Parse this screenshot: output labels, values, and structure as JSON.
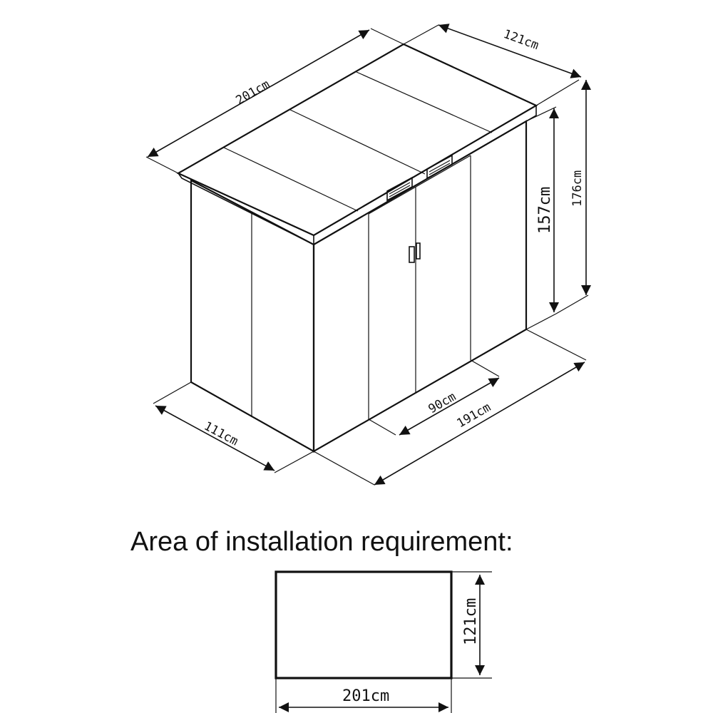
{
  "shed": {
    "dimensions": {
      "roof_length": "201cm",
      "roof_width": "121cm",
      "total_height": "176cm",
      "wall_height": "157cm",
      "side_depth": "111cm",
      "door_width": "90cm",
      "front_length": "191cm"
    }
  },
  "installation": {
    "heading": "Area of installation requirement:",
    "width_label": "201cm",
    "depth_label": "121cm"
  }
}
